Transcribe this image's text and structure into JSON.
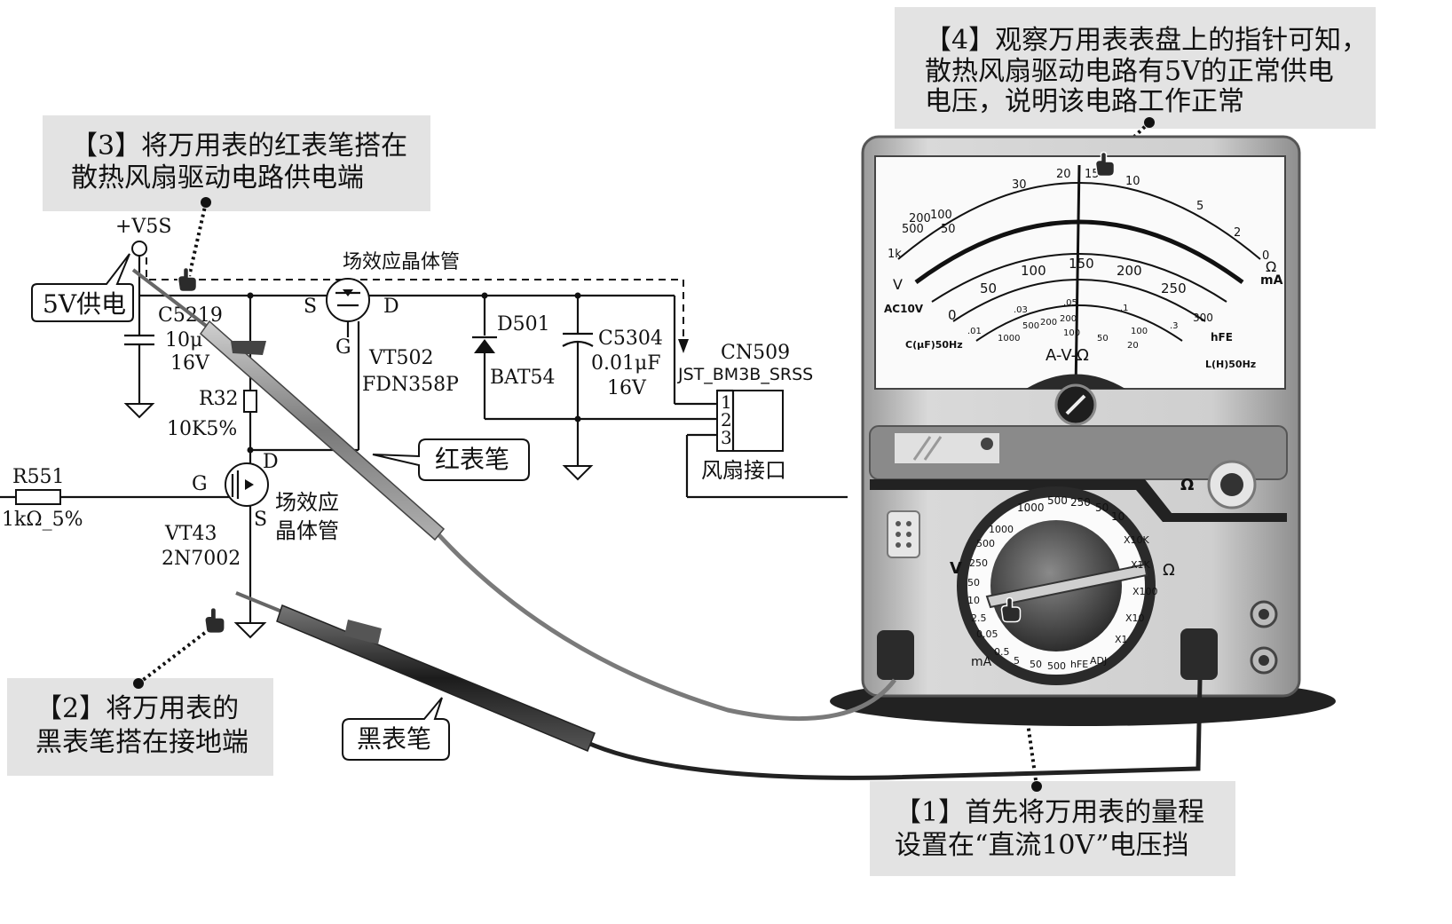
{
  "notes": {
    "step1": [
      "【1】首先将万用表的量程",
      "设置在“直流10V”电压挡"
    ],
    "step2": [
      "【2】将万用表的",
      "黑表笔搭在接地端"
    ],
    "step3": [
      "【3】将万用表的红表笔搭在",
      "散热风扇驱动电路供电端"
    ],
    "step4": [
      "【4】观察万用表表盘上的指针可知，",
      "散热风扇驱动电路有5V的正常供电",
      "电压，说明该电路工作正常"
    ]
  },
  "callouts": {
    "supply": "5V供电",
    "red_probe": "红表笔",
    "black_probe": "黑表笔"
  },
  "circuit": {
    "v5s": "+V5S",
    "fet_top_label": "场效应晶体管",
    "c_ref": "C5219",
    "c_val1": "10μ",
    "c_val2": "16V",
    "r32": "R32",
    "r32_val": "10K5%",
    "r551": "R551",
    "r551_val": "1kΩ_5%",
    "vt502": "VT502",
    "vt502_part": "FDN358P",
    "pin_s": "S",
    "pin_d": "D",
    "pin_g": "G",
    "d501": "D501",
    "d501_part": "BAT54",
    "c5304": "C5304",
    "c5304_val1": "0.01μF",
    "c5304_val2": "16V",
    "cn509": "CN509",
    "cn509_part": "JST_BM3B_SRSS",
    "pin1": "1",
    "pin2": "2",
    "pin3": "3",
    "fan_port": "风扇接口",
    "vt43": "VT43",
    "vt43_part": "2N7002",
    "fet_bottom_1": "场效应",
    "fet_bottom_2": "晶体管"
  },
  "meter": {
    "dial_top_scale": [
      "50",
      "30",
      "20",
      "15",
      "10",
      "5",
      "2",
      "0"
    ],
    "ohm_scale_left": [
      "1k",
      "500",
      "200",
      "100"
    ],
    "dc_scale": [
      "0",
      "50",
      "100",
      "150",
      "200",
      "250"
    ],
    "hfe_scale": [
      "0",
      "100",
      "200",
      "300"
    ],
    "mid_scale": [
      ".01",
      ".03",
      ".05",
      ".1",
      ".3"
    ],
    "lower_scale": [
      "1000",
      "500",
      "200",
      "100",
      "50",
      "20"
    ],
    "label_ac10v": "AC10V",
    "label_cap": "C(μF)50Hz",
    "label_ind": "L(H)50Hz",
    "label_hfe": "hFE",
    "label_ma": "mA",
    "label_omega": "Ω",
    "label_avo": "A-V-Ω",
    "label_v": "V",
    "range_v_top": [
      "1000",
      "500",
      "250",
      "50",
      "10"
    ],
    "range_ohm": [
      "X10K",
      "X1K",
      "X100",
      "X10",
      "X1"
    ],
    "range_v_left": [
      "1000",
      "500",
      "250",
      "50",
      "10",
      "2.5"
    ],
    "range_bottom": [
      "ADJ",
      "hFE",
      "500",
      "50",
      "5",
      "0.5",
      "0.05"
    ],
    "switch_omega": "Ω",
    "switch_v": "V",
    "switch_ma": "mA"
  },
  "colors": {
    "paper": "#ffffff",
    "note_bg": "#e3e3e3",
    "meter_body": "#c9c9c9",
    "meter_dark": "#3a3a3a",
    "probe_red": "#8c8c8c",
    "probe_black": "#2e2e2e"
  },
  "icons": [
    "pointing-hand-icon",
    "ground-icon"
  ]
}
